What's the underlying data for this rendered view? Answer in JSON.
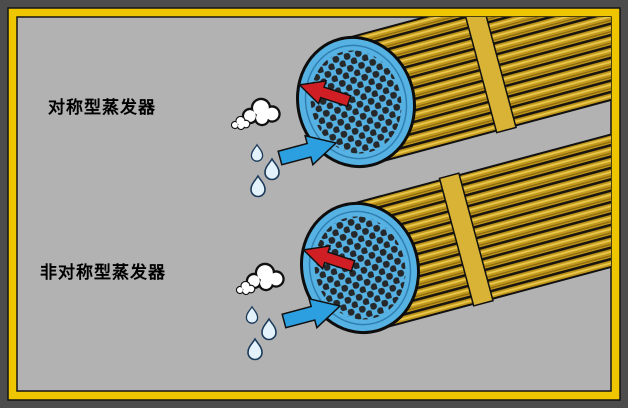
{
  "diagram": {
    "labels": {
      "symmetric": "对称型蒸发器",
      "asymmetric": "非对称型蒸发器"
    },
    "icons": {
      "vapor_out_arrow": "red-arrow-up-left",
      "liquid_in_arrow": "blue-arrow-right",
      "vapor_cloud": "cloud-puff",
      "water_droplet": "droplet"
    },
    "colors": {
      "frame_border": "#edc600",
      "outer_background": "#4c4c4c",
      "inner_background": "#b2b2b2",
      "tube_gold": "#c2981c",
      "tube_band": "#d9b335",
      "tube_sheet_blue": "#57b2e4",
      "tube_hole": "#26282a",
      "arrow_red": "#d01f24",
      "arrow_blue": "#2b9fe0"
    }
  }
}
